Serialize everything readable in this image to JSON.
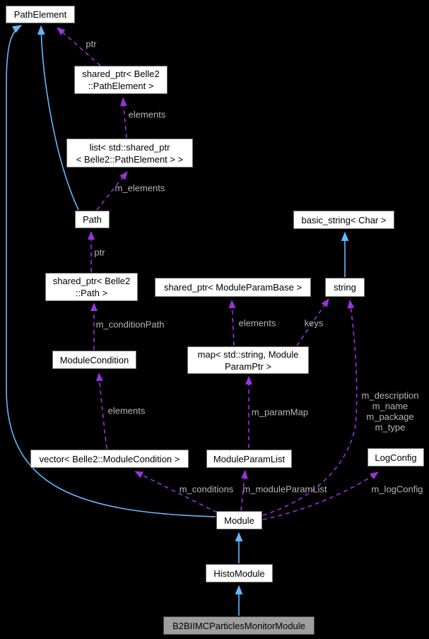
{
  "diagram": {
    "kind": "class-collaboration-graph",
    "background": "#000000",
    "colors": {
      "inheritance_edge": "#63b8ff",
      "usage_edge": "#9a33dd",
      "node_fill": "#ffffff",
      "node_border": "#6f6f6f",
      "node_text": "#000000",
      "highlight_node_fill": "#9e9e9e",
      "edge_label_text": "#b6b6b6"
    },
    "nodes": {
      "path_element": {
        "label": "PathElement"
      },
      "shared_ptr_path_element": {
        "label": "shared_ptr< Belle2\n::PathElement >"
      },
      "list_shared_ptr_path_element": {
        "label": "list< std::shared_ptr\n< Belle2::PathElement > >"
      },
      "path": {
        "label": "Path"
      },
      "shared_ptr_path": {
        "label": "shared_ptr< Belle2\n::Path >"
      },
      "basic_string": {
        "label": "basic_string< Char >"
      },
      "shared_ptr_module_param_base": {
        "label": "shared_ptr< ModuleParamBase >"
      },
      "string": {
        "label": "string"
      },
      "module_condition": {
        "label": "ModuleCondition"
      },
      "map_module_param_ptr": {
        "label": "map< std::string, Module\nParamPtr >"
      },
      "vector_module_condition": {
        "label": "vector< Belle2::ModuleCondition >"
      },
      "module_param_list": {
        "label": "ModuleParamList"
      },
      "log_config": {
        "label": "LogConfig"
      },
      "module": {
        "label": "Module"
      },
      "histo_module": {
        "label": "HistoModule"
      },
      "b2bii_mc_particles_monitor_module": {
        "label": "B2BIIMCParticlesMonitorModule"
      }
    },
    "edge_labels": {
      "ptr_path_element": "ptr",
      "elements_list": "elements",
      "m_elements": "m_elements",
      "ptr_path": "ptr",
      "m_condition_path": "m_conditionPath",
      "elements_vector": "elements",
      "elements_map": "elements",
      "keys": "keys",
      "m_param_map": "m_paramMap",
      "m_conditions": "m_conditions",
      "m_module_param_list": "m_moduleParamList",
      "m_log_config": "m_logConfig",
      "module_string_members": "m_description\nm_name\nm_package\nm_type"
    },
    "edges": {
      "inheritance": [
        {
          "from": "Path",
          "to": "PathElement"
        },
        {
          "from": "Module",
          "to": "PathElement"
        },
        {
          "from": "string",
          "to": "basic_string< Char >"
        },
        {
          "from": "HistoModule",
          "to": "Module"
        },
        {
          "from": "B2BIIMCParticlesMonitorModule",
          "to": "HistoModule"
        }
      ],
      "usage": [
        {
          "from": "shared_ptr< Belle2::PathElement >",
          "to": "PathElement",
          "label": "ptr"
        },
        {
          "from": "list< std::shared_ptr< Belle2::PathElement > >",
          "to": "shared_ptr< Belle2::PathElement >",
          "label": "elements"
        },
        {
          "from": "Path",
          "to": "list< std::shared_ptr< Belle2::PathElement > >",
          "label": "m_elements"
        },
        {
          "from": "shared_ptr< Belle2::Path >",
          "to": "Path",
          "label": "ptr"
        },
        {
          "from": "ModuleCondition",
          "to": "shared_ptr< Belle2::Path >",
          "label": "m_conditionPath"
        },
        {
          "from": "vector< Belle2::ModuleCondition >",
          "to": "ModuleCondition",
          "label": "elements"
        },
        {
          "from": "Module",
          "to": "vector< Belle2::ModuleCondition >",
          "label": "m_conditions"
        },
        {
          "from": "map< std::string, ModuleParamPtr >",
          "to": "shared_ptr< ModuleParamBase >",
          "label": "elements"
        },
        {
          "from": "map< std::string, ModuleParamPtr >",
          "to": "string",
          "label": "keys"
        },
        {
          "from": "ModuleParamList",
          "to": "map< std::string, ModuleParamPtr >",
          "label": "m_paramMap"
        },
        {
          "from": "Module",
          "to": "ModuleParamList",
          "label": "m_moduleParamList"
        },
        {
          "from": "Module",
          "to": "string",
          "label": "m_description m_name m_package m_type"
        },
        {
          "from": "Module",
          "to": "LogConfig",
          "label": "m_logConfig"
        }
      ]
    }
  }
}
